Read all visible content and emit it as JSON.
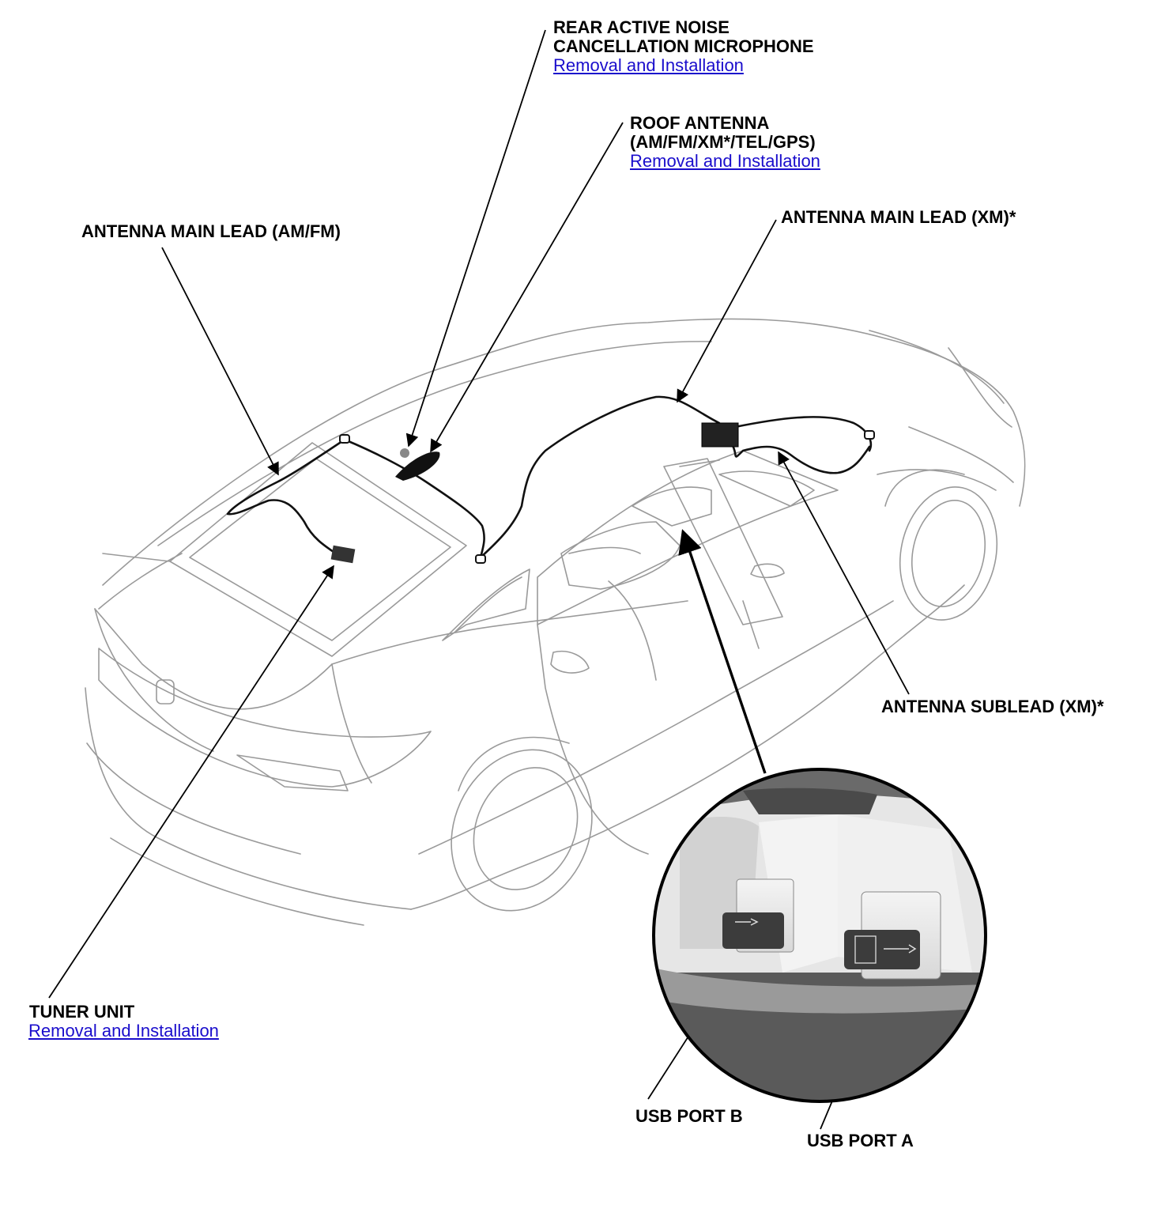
{
  "colors": {
    "text": "#000000",
    "link": "#1a0dcc",
    "line": "#000000",
    "car_outline": "#9a9a9a"
  },
  "callouts": {
    "rear_mic": {
      "line1": "REAR ACTIVE NOISE",
      "line2": "CANCELLATION MICROPHONE",
      "link": "Removal and Installation"
    },
    "roof_antenna": {
      "line1": "ROOF ANTENNA",
      "line2": "(AM/FM/XM*/TEL/GPS)",
      "link": "Removal and Installation"
    },
    "antenna_main_lead_amfm": {
      "line1": "ANTENNA MAIN LEAD (AM/FM)"
    },
    "antenna_main_lead_xm": {
      "line1": "ANTENNA MAIN LEAD (XM)*"
    },
    "antenna_sublead_xm": {
      "line1": "ANTENNA SUBLEAD (XM)*"
    },
    "tuner_unit": {
      "line1": "TUNER UNIT",
      "link": "Removal and Installation"
    },
    "usb_port_b": {
      "line1": "USB PORT B"
    },
    "usb_port_a": {
      "line1": "USB PORT A"
    }
  }
}
